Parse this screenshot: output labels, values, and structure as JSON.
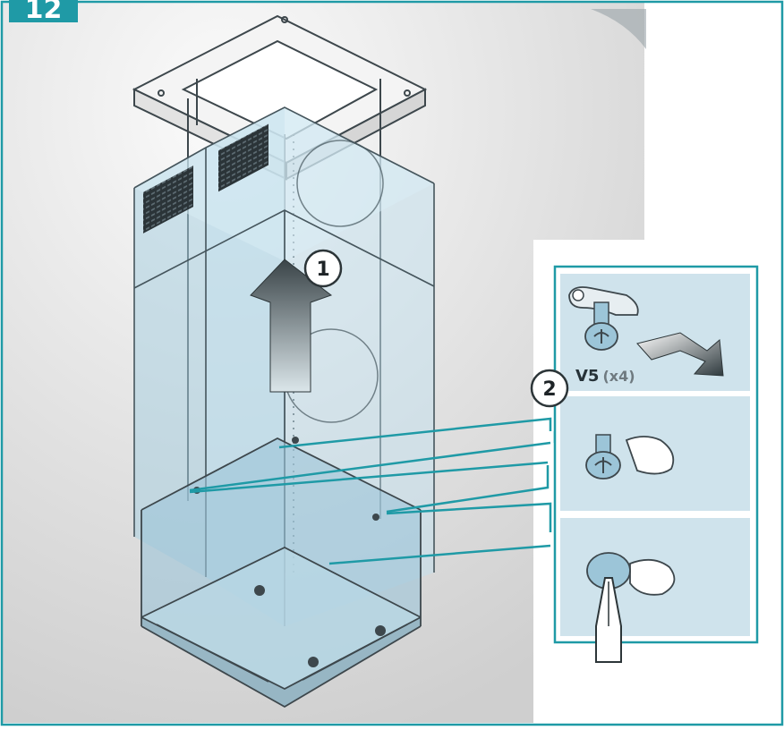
{
  "step": {
    "number": "12"
  },
  "callouts": {
    "one": "1",
    "two": "2"
  },
  "part": {
    "code": "V5",
    "quantity": "(x4)"
  },
  "colors": {
    "frame": "#1f9aa6",
    "panel": "#cfe3ec",
    "hood": "#a9cfe0",
    "leader": "#1f9aa6"
  },
  "icons": [
    "arrow-up-icon",
    "arrow-diagonal-icon",
    "screw-icon",
    "screwdriver-icon"
  ]
}
